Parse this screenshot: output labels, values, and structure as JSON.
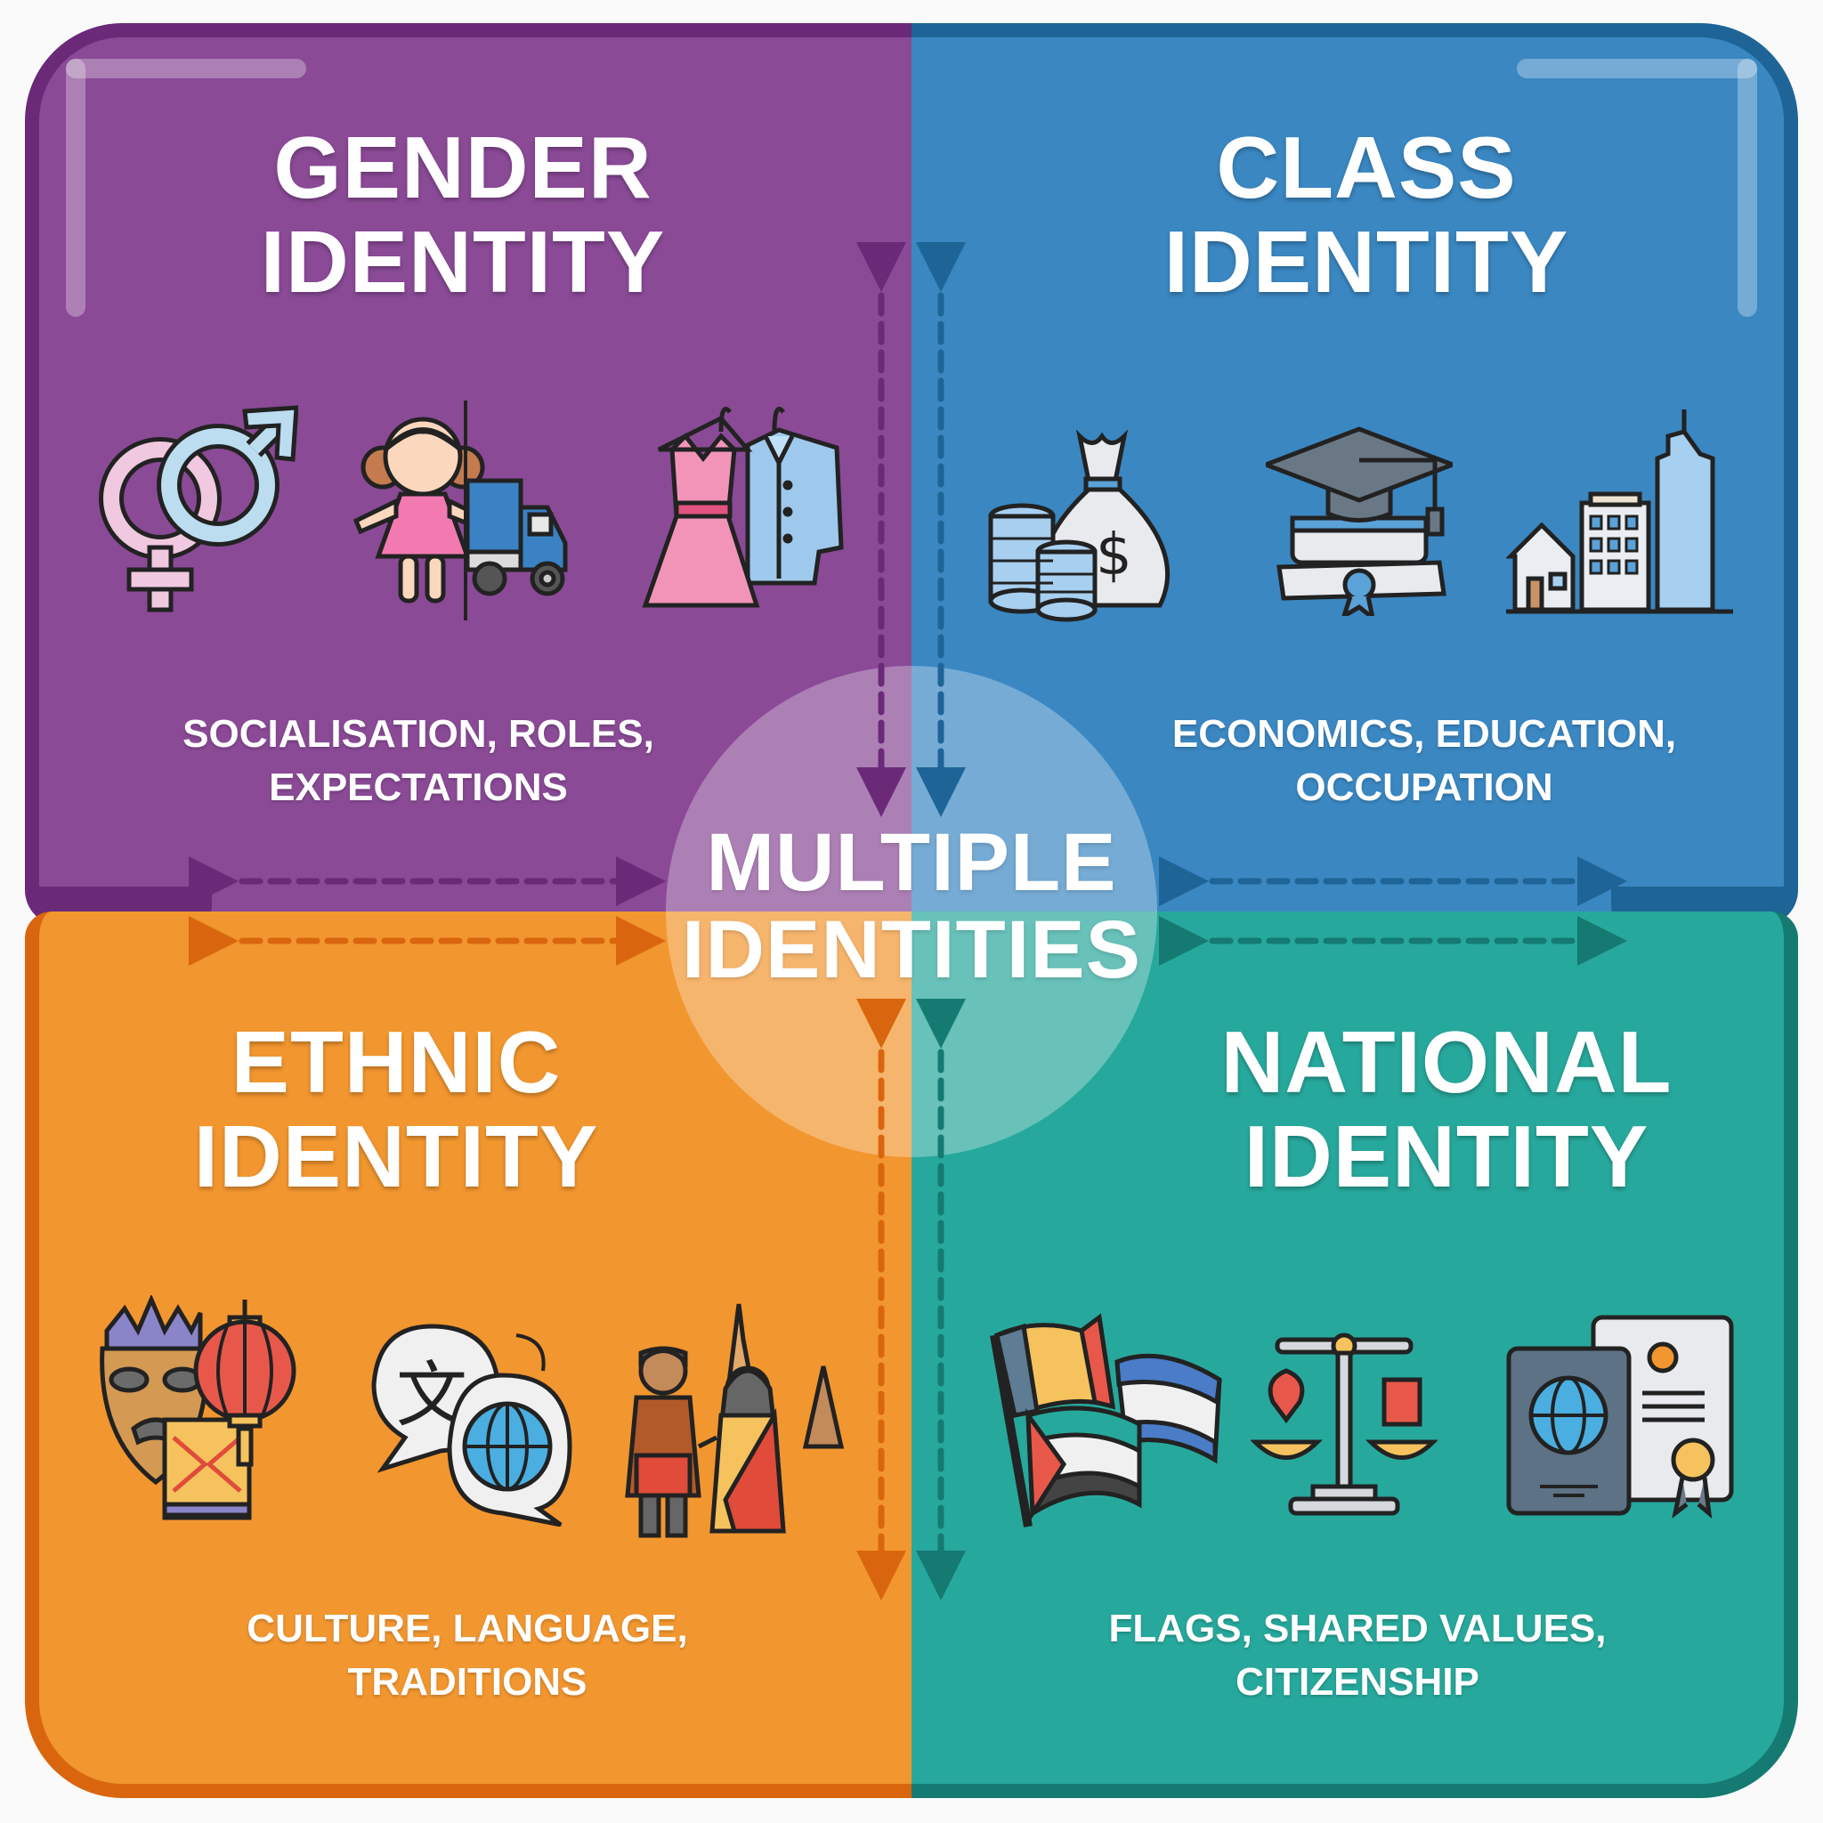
{
  "center": {
    "line1": "MULTIPLE",
    "line2": "IDENTITIES"
  },
  "colors": {
    "gender": "#8a4a96",
    "gender_dark": "#6a2a78",
    "class": "#3a87c2",
    "class_dark": "#1e6496",
    "ethnic": "#f2962f",
    "ethnic_dark": "#d9660f",
    "national": "#27a89c",
    "national_dark": "#157a72"
  },
  "quadrants": {
    "gender": {
      "title_line1": "GENDER",
      "title_line2": "IDENTITY",
      "sub_line1": "SOCIALISATION, ROLES,",
      "sub_line2": "EXPECTATIONS",
      "icons": [
        "gender-symbols-icon",
        "doll-and-truck-icon",
        "dress-and-shirt-icon"
      ]
    },
    "class": {
      "title_line1": "CLASS",
      "title_line2": "IDENTITY",
      "sub_line1": "ECONOMICS, EDUCATION,",
      "sub_line2": "OCCUPATION",
      "icons": [
        "money-bag-coins-icon",
        "graduation-cap-books-icon",
        "buildings-icon"
      ]
    },
    "ethnic": {
      "title_line1": "ETHNIC",
      "title_line2": "IDENTITY",
      "sub_line1": "CULTURE, LANGUAGE,",
      "sub_line2": "TRADITIONS",
      "icons": [
        "mask-lantern-textile-icon",
        "translation-bubbles-icon",
        "traditional-couple-temple-icon"
      ]
    },
    "national": {
      "title_line1": "NATIONAL",
      "title_line2": "IDENTITY",
      "sub_line1": "FLAGS, SHARED VALUES,",
      "sub_line2": "CITIZENSHIP",
      "icons": [
        "flags-icon",
        "balance-scale-icon",
        "passport-certificate-icon"
      ]
    }
  },
  "icon_glyphs": {
    "dollar": "$",
    "chinese_character": "文"
  }
}
